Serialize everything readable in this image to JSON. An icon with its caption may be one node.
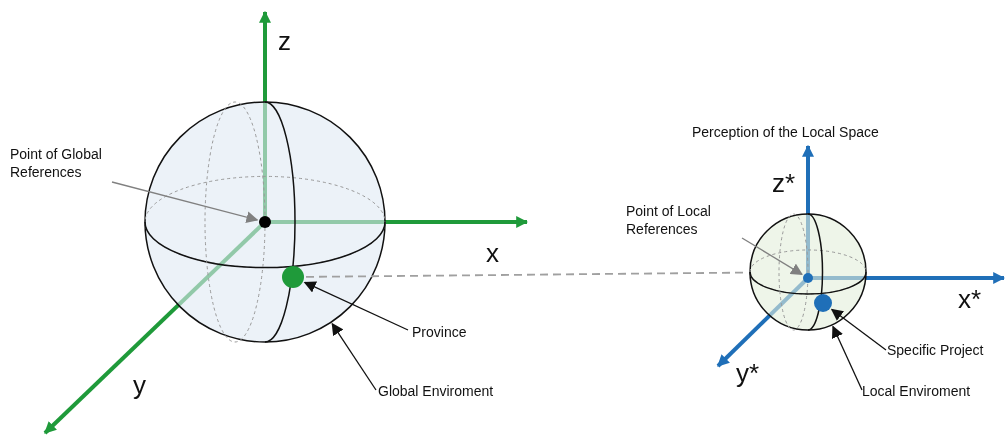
{
  "diagram": {
    "nodes": [
      {
        "text": [
          "Point of Global References"
        ]
      },
      {
        "text": [],
        "shape": "circle",
        "in": 5
      },
      {
        "text": [
          "Province"
        ]
      },
      {
        "text": [],
        "shape": "circle",
        "in": 5
      },
      {
        "text": [
          "Global Enviroment"
        ]
      },
      {
        "text": [],
        "shape": "circle"
      },
      {
        "text": [
          "Point of Local References"
        ]
      },
      {
        "text": [],
        "shape": "circle",
        "in": 11
      },
      {
        "text": [
          "Specific Project"
        ]
      },
      {
        "text": [],
        "shape": "circle",
        "in": 11
      },
      {
        "text": [
          "Local Enviroment"
        ]
      },
      {
        "text": [],
        "shape": "circle"
      }
    ],
    "edges": [
      {
        "from": 0,
        "to": 1,
        "arrow": "to",
        "color": "#808080"
      },
      {
        "from": 2,
        "to": 3,
        "arrow": "to"
      },
      {
        "from": 4,
        "to": 5,
        "arrow": "to"
      },
      {
        "from": 6,
        "to": 7,
        "arrow": "to",
        "color": "#808080"
      },
      {
        "from": 8,
        "to": 9,
        "arrow": "to"
      },
      {
        "from": 10,
        "to": 11,
        "arrow": "to"
      },
      {
        "from": 3,
        "to": 11,
        "arrow": "none",
        "style": "dashed",
        "color": "#a0a0a0"
      }
    ],
    "labels": [
      "z",
      "x",
      "y",
      "Perception of the Local Space",
      "z*",
      "x*",
      "y*"
    ]
  }
}
